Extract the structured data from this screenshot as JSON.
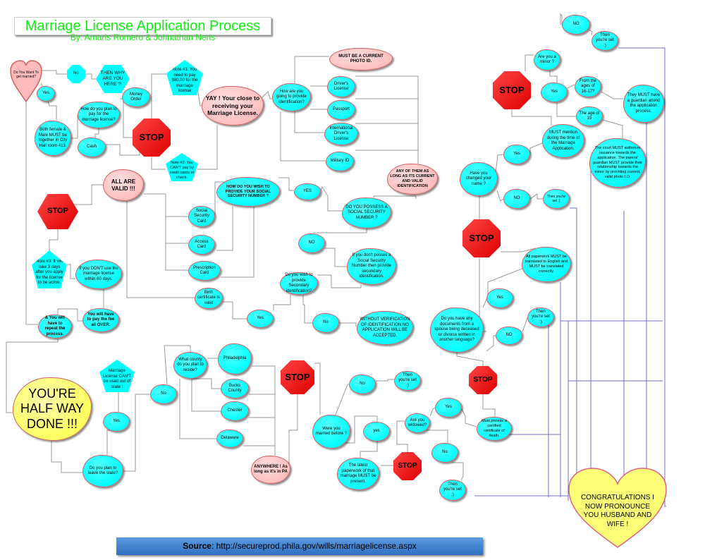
{
  "title": "Marriage License Application Process",
  "subtitle": "By: Amaris Romero & Johnathan Neris",
  "source": {
    "label": "Source",
    "url": "http://secureprod.phila.gov/wills/marriagelicense.aspx"
  },
  "colors": {
    "cloud": "#00ffff",
    "pink": "#ffbbbb",
    "stop": "#ee0000",
    "yellow": "#ffff55",
    "title": "#11ee11",
    "source_bar": "#4a88d4"
  },
  "nodes": {
    "q_marry": "Do You Want To get married?",
    "no1": "No",
    "why_here": "THEN WHY ARE YOU HERE ?!",
    "yes1": "Yes",
    "both": "Both female & Male MUST be together in City Hall room 413.",
    "pay": "How do you plan to pay for the marriage license?",
    "money_order": "Money Order",
    "cash": "Cash",
    "stop": "STOP",
    "note1": "Note #1: You need to pay $80.00 for the marriage license",
    "note2": "Note #2: You CAN'T pay by credit cards or check.",
    "yay": "YAY ! Your close to receiving your Marriage License.",
    "how_id": "How are you going to provide identification?",
    "photo_id": "MUST BE A CURRENT PHOTO ID.",
    "drivers": "Driver's License",
    "passport": "Passport",
    "intl": "International Driver's License",
    "military": "Military ID",
    "any": "ANY OF THEM AS LONG AS ITS CURRENT AND VALID IDENTIFICATION",
    "all_valid": "ALL ARE VALID !!!",
    "note3": "Note #3: It will take 3 days after you apply for the license to be active.",
    "dont_use": "If you DON'T use the marriage license within 60 days.",
    "pay_again": "You will have to pay the fee all OVER.",
    "repeat": "& You will have to repeat the process.",
    "ssn_how": "HOW DO YOU WISH TO PROVIDE YOUR SOCIAL SECURITY NUMBER ?",
    "yes_caps": "YES",
    "ss_card": "Social Security Card",
    "access": "Access Card",
    "prescription": "Prescription Card",
    "birth": "Birth certificate is valid",
    "yes2": "Yes",
    "possess": "DO YOU POSSESS A SOCIAL SECURITY NUMBER ?",
    "no_caps": "NO",
    "dont_possess": "If you don't posses a Social Security Number then provide secondary identification.",
    "secondary": "Do you wish to provide Secondary identification?",
    "no2": "No",
    "without": "WITHOUT VERIFICATION OF IDENTIFICATION NO APPLICATION WILL BE ACCEPTED.",
    "minor_no": "NO",
    "set1": "Then you're set :)",
    "minor": "Are you a minor ?",
    "minor_yes": "Yes",
    "age1617": "From the ages of 16-17?",
    "guardian": "They MUST have a guardian attend the application process.",
    "age15": "The age of 15",
    "mention": "MUST mention during the time of the Marriage Application.",
    "court": "The court MUST authorize issuance towards the application. The parent/ guardian MUST provide their relationship towards the minor by providing current, valid photo I.D.",
    "name_change": "Have you changed your name ?",
    "name_yes": "Yes",
    "name_no": "NO",
    "set2": "Then you're set :)",
    "translated": "All paperwork MUST be translated to English and MUST be translated correctly.",
    "docs_yes": "Yes",
    "set3": "Then you're set :)",
    "docs": "Do you have any documents from a spouse being deceased or divorce written in another language?",
    "docs_no": "NO",
    "halfway": "YOU'RE HALF WAY DONE !!!",
    "out_state": "Marriage License CAN'T be used out of state !",
    "leave_yes": "Yes",
    "leave": "Do you plan to leave the state?",
    "leave_no": "No",
    "county": "What county do you plan to reside?",
    "philly": "Philadelphia",
    "bucks": "Bucks County",
    "chester": "Chester",
    "delaware": "Delaware",
    "anywhere": "ANYWHERE ! As long as it's in PA",
    "married_before": "Were you married before ?",
    "mb_no": "No",
    "set4": "Then you're set :)",
    "mb_yes": "yes",
    "latest": "The latest paperwork of that marriage MUST be present.",
    "widowed": "Are you widowed?",
    "wid_yes": "Yes",
    "wid_no": "No",
    "set5": "Then you're set :)",
    "death": "Must provide a certified certificate of death.",
    "congrats": "CONGRATULATIONS I NOW PRONOUNCE YOU HUSBAND AND WIFE !"
  }
}
